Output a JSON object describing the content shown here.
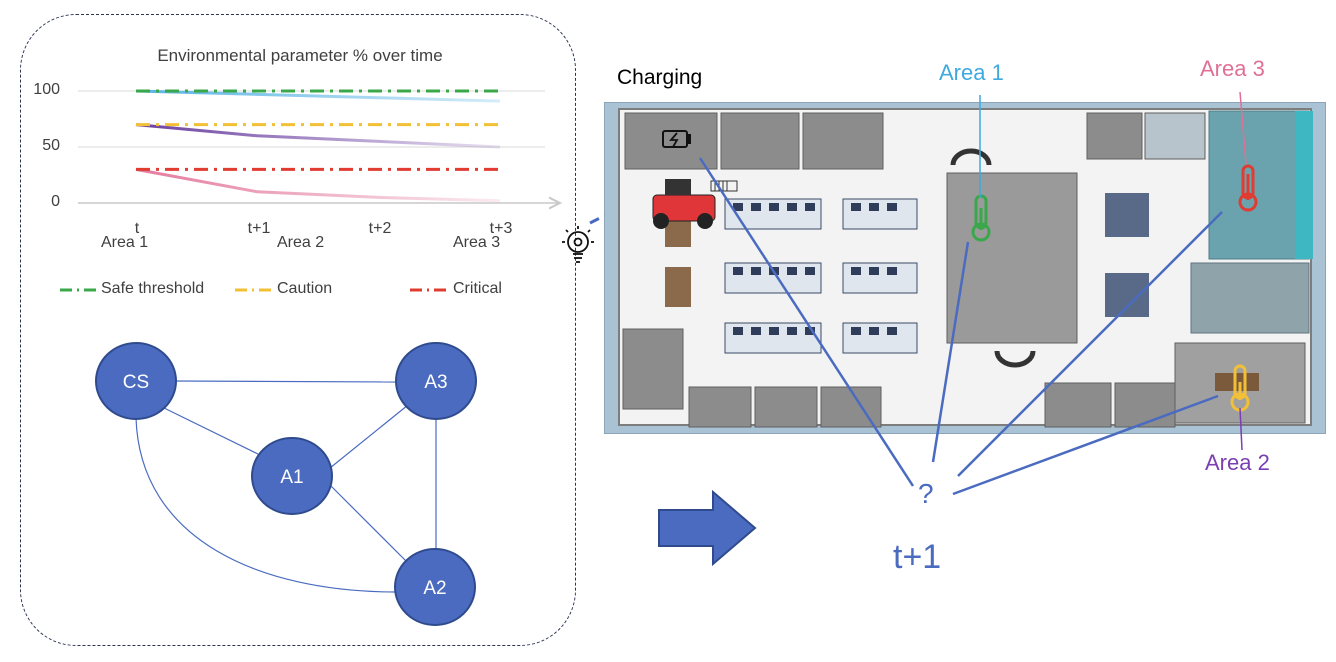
{
  "chart_data": {
    "type": "line",
    "title": "Environmental parameter % over time",
    "categories": [
      "t",
      "t+1",
      "t+2",
      "t+3"
    ],
    "yticks": [
      100,
      50,
      0
    ],
    "ylim": [
      0,
      100
    ],
    "series": [
      {
        "name": "Area 1",
        "values": [
          100,
          97,
          94,
          91
        ],
        "color": "#5ab4e5",
        "style": "solid-fade"
      },
      {
        "name": "Area 2",
        "values": [
          70,
          60,
          55,
          50
        ],
        "color": "#6a3fa0",
        "style": "solid-fade"
      },
      {
        "name": "Area 3",
        "values": [
          30,
          10,
          5,
          2
        ],
        "color": "#e47b9e",
        "style": "solid-fade"
      },
      {
        "name": "Safe threshold",
        "values": [
          100,
          100,
          100,
          100
        ],
        "color": "#3aa84a",
        "style": "dash-dot"
      },
      {
        "name": "Caution",
        "values": [
          70,
          70,
          70,
          70
        ],
        "color": "#f2c037",
        "style": "dash-dot"
      },
      {
        "name": "Critical",
        "values": [
          30,
          30,
          30,
          30
        ],
        "color": "#e03c31",
        "style": "dash-dot"
      }
    ]
  },
  "graph": {
    "nodes": [
      {
        "id": "CS",
        "label": "CS"
      },
      {
        "id": "A1",
        "label": "A1"
      },
      {
        "id": "A2",
        "label": "A2"
      },
      {
        "id": "A3",
        "label": "A3"
      }
    ],
    "edges": [
      [
        "CS",
        "A3"
      ],
      [
        "CS",
        "A1"
      ],
      [
        "CS",
        "A2"
      ],
      [
        "A1",
        "A3"
      ],
      [
        "A1",
        "A2"
      ],
      [
        "A3",
        "A2"
      ]
    ]
  },
  "map": {
    "charging_label": "Charging",
    "area1_label": "Area 1",
    "area2_label": "Area 2",
    "area3_label": "Area 3",
    "question_mark": "?",
    "time_label": "t+1"
  },
  "icons": {
    "sensor": "lightbulb-gear-icon",
    "battery": "battery-charging-icon",
    "thermometer": "thermometer-icon",
    "arrow": "right-arrow-icon",
    "robot": "robot-icon"
  },
  "colors": {
    "node_fill": "#4a6bc0",
    "node_stroke": "#2f4b8e",
    "line_blue": "#4a6bc0",
    "area1": "#3fa9e0",
    "area2": "#7a3fb0",
    "area3": "#e07096"
  }
}
